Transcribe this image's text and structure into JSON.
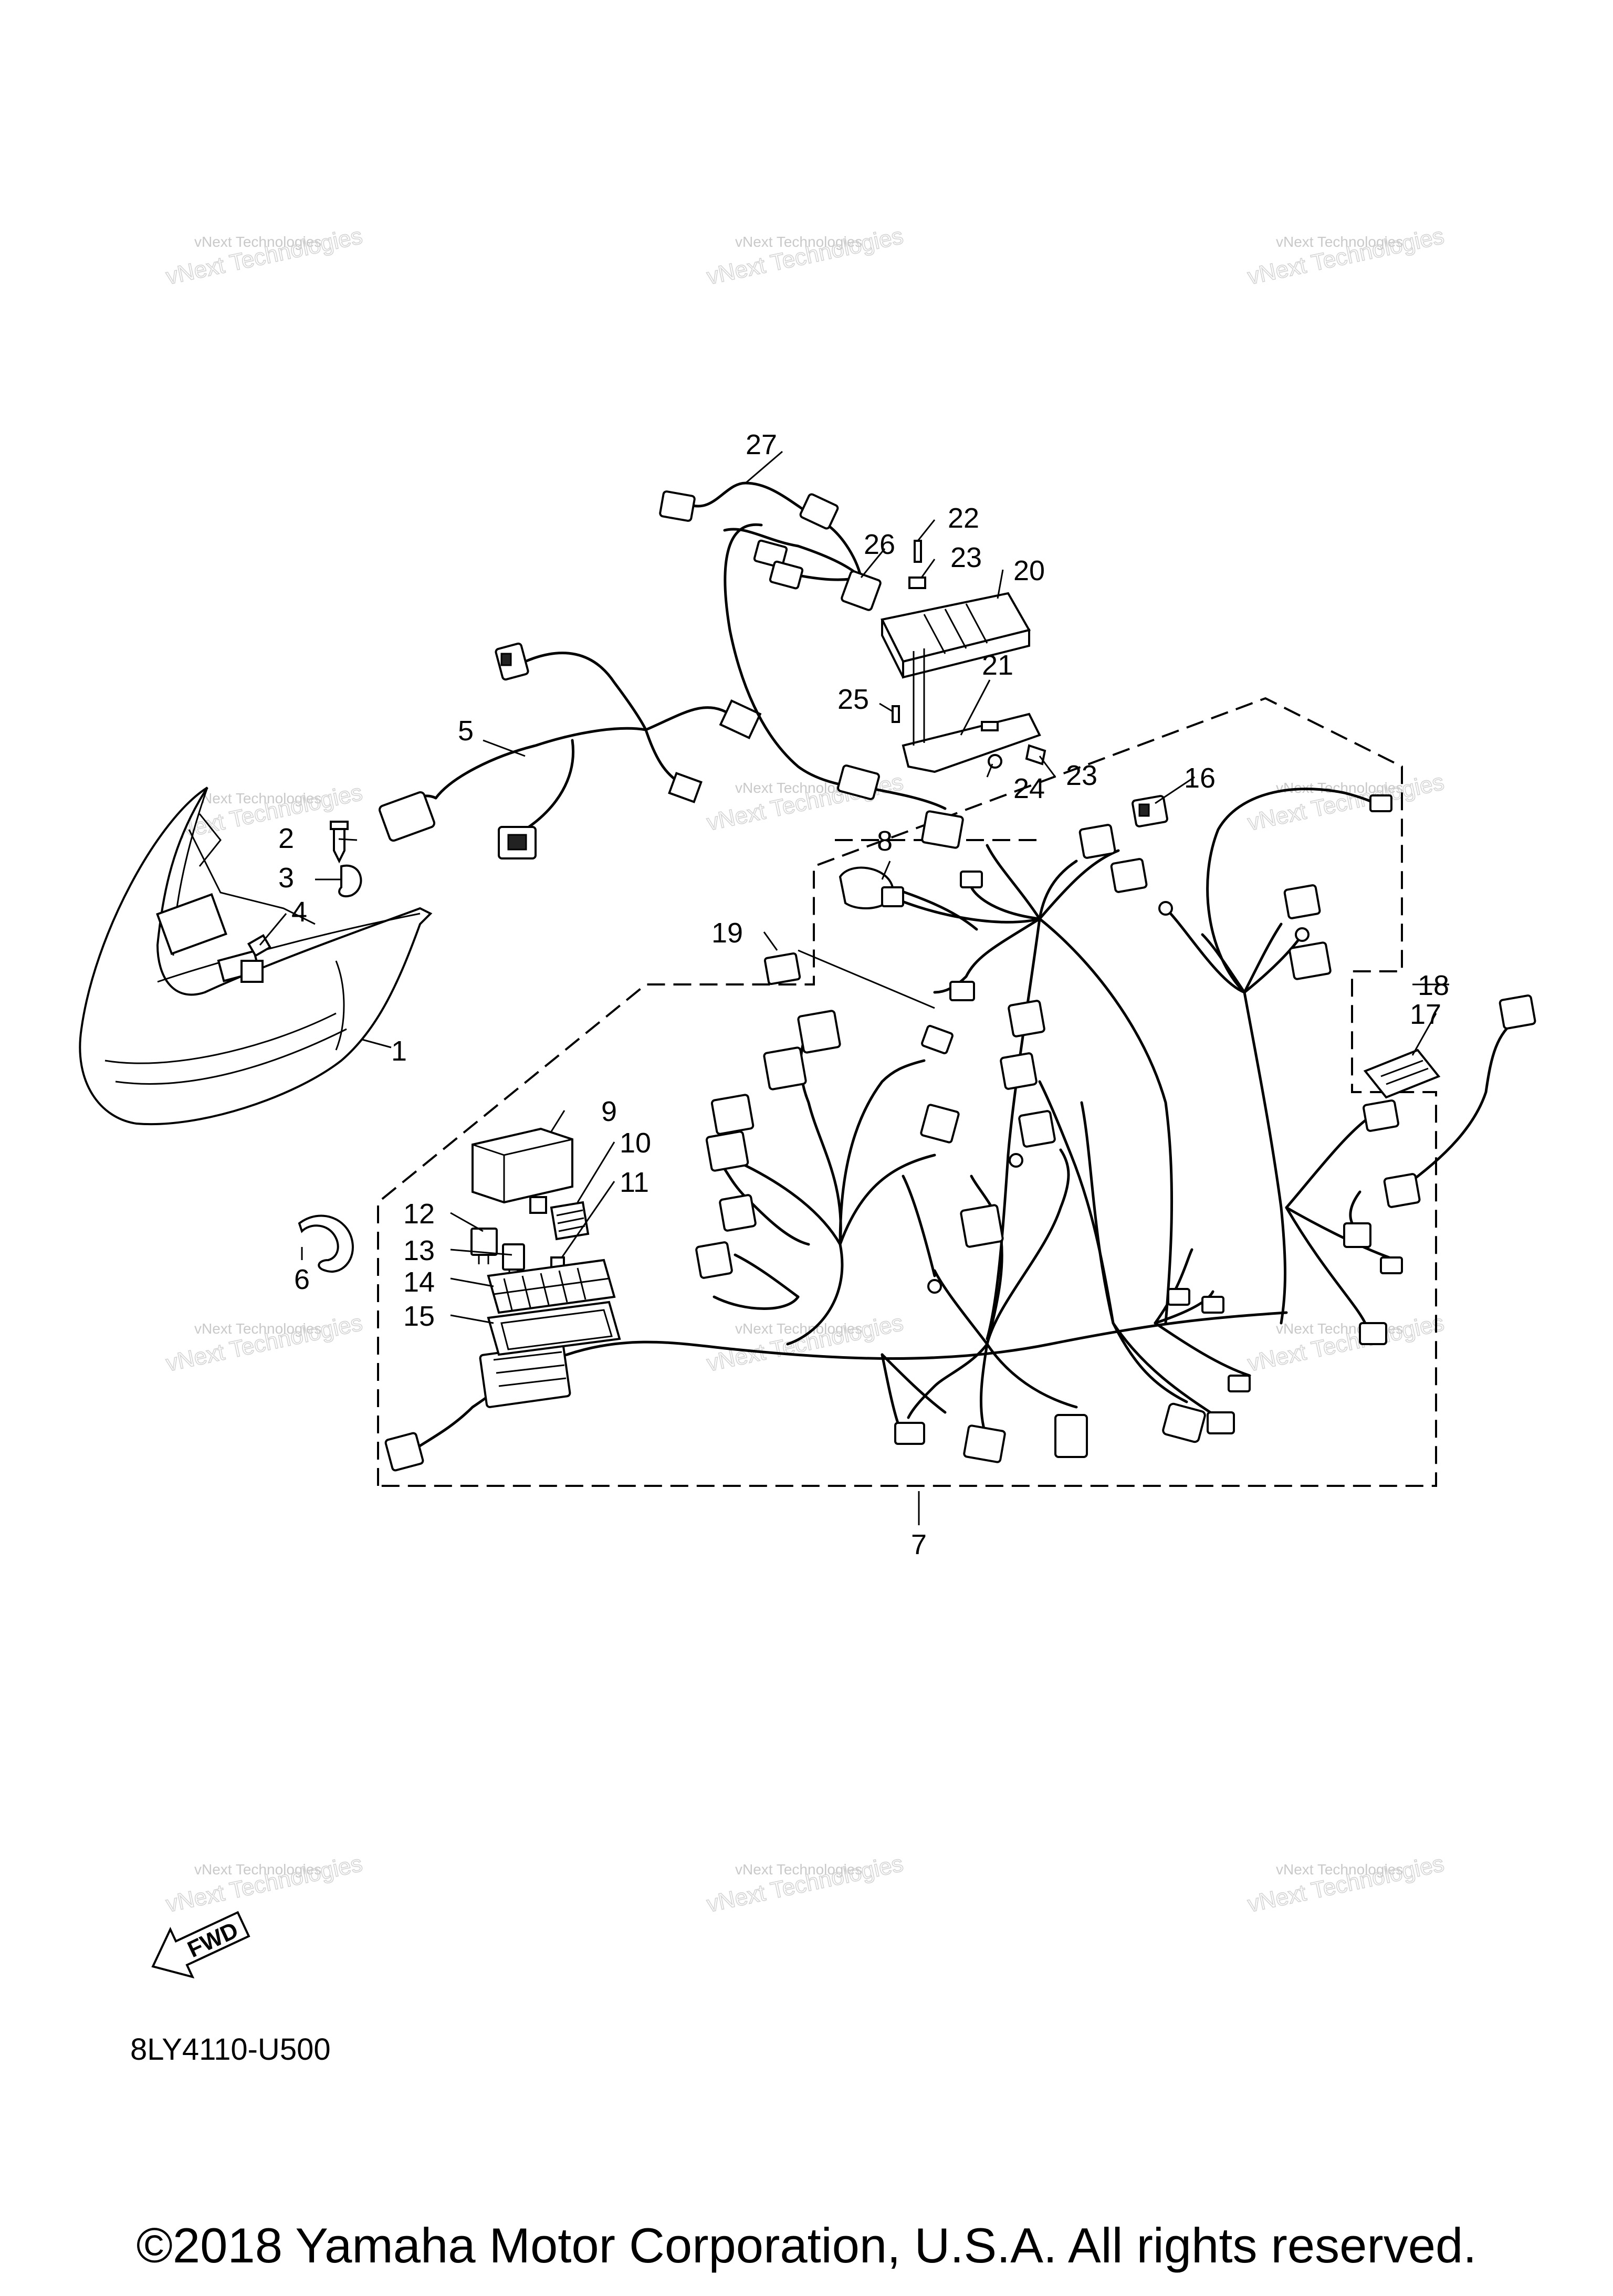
{
  "diagram": {
    "code": "8LY4110-U500",
    "copyright": "©2018 Yamaha Motor Corporation, U.S.A. All rights reserved.",
    "fwd_label": "FWD",
    "watermark_line1": "vNext Technologies",
    "watermark_line2": "vNext Technologies"
  },
  "callouts": [
    "1",
    "2",
    "3",
    "4",
    "5",
    "6",
    "7",
    "8",
    "9",
    "10",
    "11",
    "12",
    "13",
    "14",
    "15",
    "16",
    "17",
    "18",
    "19",
    "20",
    "21",
    "22",
    "23",
    "23",
    "24",
    "25",
    "26",
    "27"
  ]
}
